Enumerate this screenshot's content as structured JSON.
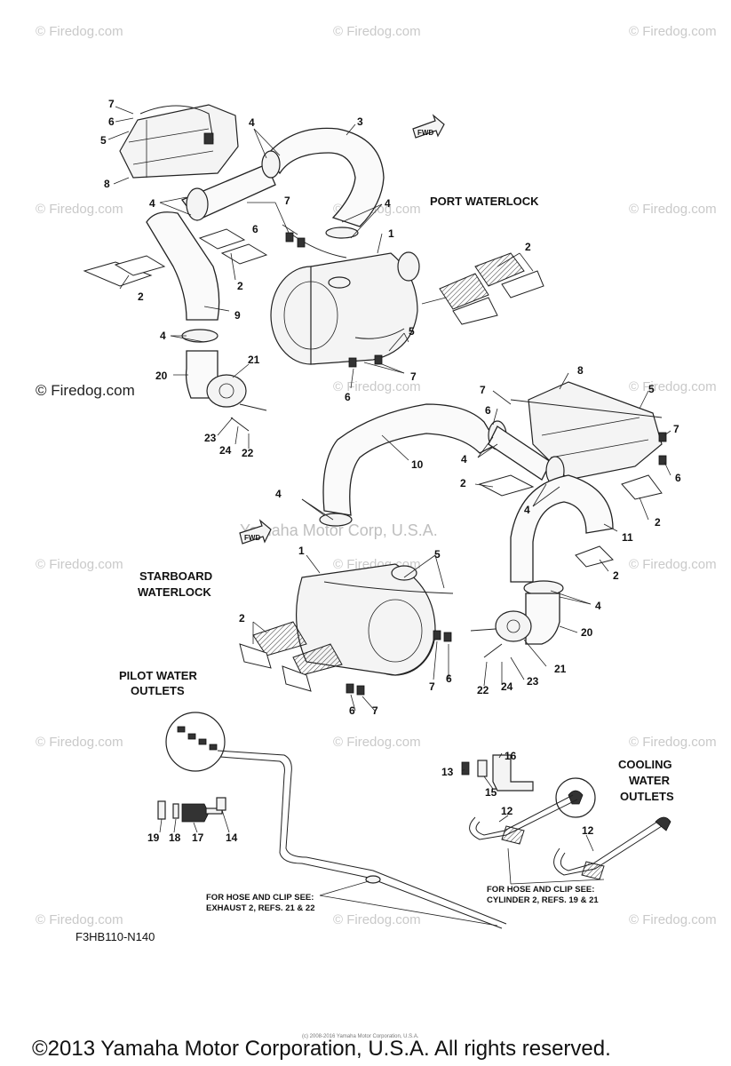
{
  "watermarks": {
    "brand": "© Firedog.com",
    "center": "Yamaha Motor Corp, U.S.A."
  },
  "labels": {
    "port_waterlock": "PORT WATERLOCK",
    "starboard_waterlock_line1": "STARBOARD",
    "starboard_waterlock_line2": "WATERLOCK",
    "pilot_water_outlets_line1": "PILOT WATER",
    "pilot_water_outlets_line2": "OUTLETS",
    "cooling_water_outlets_line1": "COOLING",
    "cooling_water_outlets_line2": "WATER",
    "cooling_water_outlets_line3": "OUTLETS",
    "fwd": "FWD"
  },
  "notes": {
    "exhaust_line1": "FOR HOSE AND CLIP SEE:",
    "exhaust_line2": "EXHAUST 2, REFS. 21 & 22",
    "cylinder_line1": "FOR HOSE AND CLIP SEE:",
    "cylinder_line2": "CYLINDER 2, REFS. 19 & 21"
  },
  "part_number": "F3HB110-N140",
  "tiny_copyright": "(c) 2008-2016 Yamaha Motor Corporation, U.S.A.",
  "copyright": "©2013 Yamaha Motor Corporation, U.S.A. All rights reserved.",
  "ref_numbers": {
    "r1a": "1",
    "r1b": "1",
    "r2a": "2",
    "r2b": "2",
    "r2c": "2",
    "r2d": "2",
    "r2e": "2",
    "r2f": "2",
    "r2g": "2",
    "r3": "3",
    "r4a": "4",
    "r4b": "4",
    "r4c": "4",
    "r4d": "4",
    "r4e": "4",
    "r4f": "4",
    "r4g": "4",
    "r5a": "5",
    "r5b": "5",
    "r5c": "5",
    "r5d": "5",
    "r6a": "6",
    "r6b": "6",
    "r6c": "6",
    "r6d": "6",
    "r6e": "6",
    "r6f": "6",
    "r7a": "7",
    "r7b": "7",
    "r7c": "7",
    "r7d": "7",
    "r7e": "7",
    "r7f": "7",
    "r7g": "7",
    "r8a": "8",
    "r8b": "8",
    "r9": "9",
    "r10": "10",
    "r11": "11",
    "r12a": "12",
    "r12b": "12",
    "r13": "13",
    "r14": "14",
    "r15": "15",
    "r16": "16",
    "r17": "17",
    "r18": "18",
    "r19": "19",
    "r20a": "20",
    "r20b": "20",
    "r21a": "21",
    "r21b": "21",
    "r22a": "22",
    "r22b": "22",
    "r23a": "23",
    "r23b": "23",
    "r24a": "24",
    "r24b": "24"
  }
}
